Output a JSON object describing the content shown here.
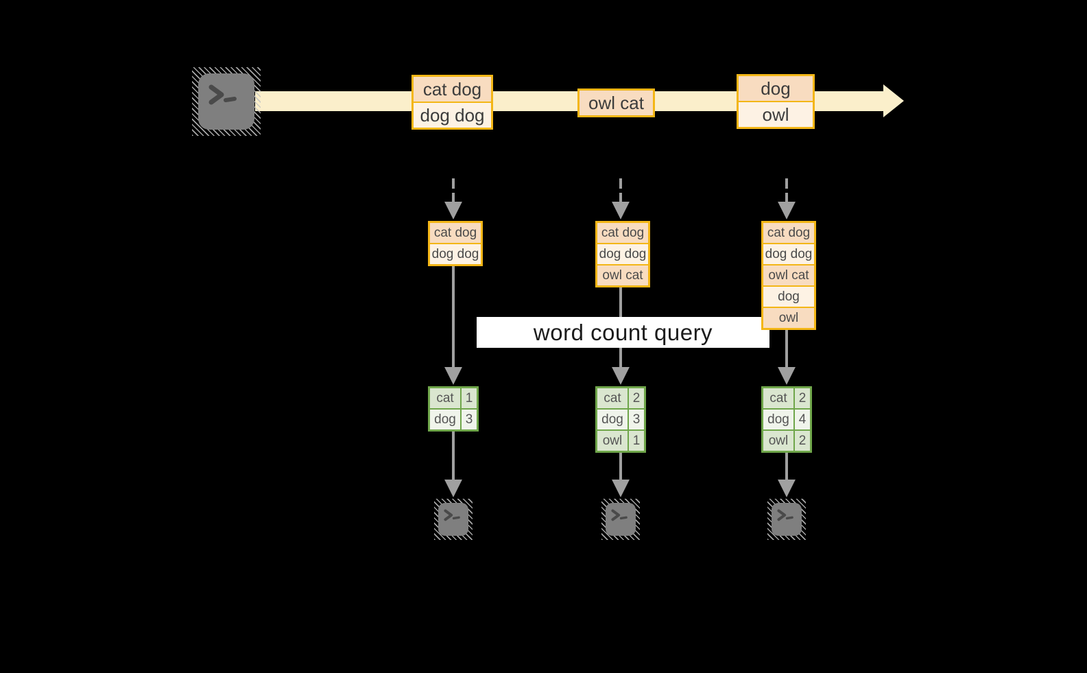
{
  "labels": {
    "query": "word count query"
  },
  "stream": {
    "record1": {
      "row1": "cat dog",
      "row2": "dog dog"
    },
    "record2": {
      "row1": "owl cat"
    },
    "record3": {
      "row1": "dog",
      "row2": "owl"
    }
  },
  "state": {
    "col1": [
      "cat dog",
      "dog dog"
    ],
    "col2": [
      "cat dog",
      "dog dog",
      "owl cat"
    ],
    "col3": [
      "cat dog",
      "dog dog",
      "owl cat",
      "dog",
      "owl"
    ]
  },
  "counts": {
    "col1": [
      {
        "word": "cat",
        "count": "1"
      },
      {
        "word": "dog",
        "count": "3"
      }
    ],
    "col2": [
      {
        "word": "cat",
        "count": "2"
      },
      {
        "word": "dog",
        "count": "3"
      },
      {
        "word": "owl",
        "count": "1"
      }
    ],
    "col3": [
      {
        "word": "cat",
        "count": "2"
      },
      {
        "word": "dog",
        "count": "4"
      },
      {
        "word": "owl",
        "count": "2"
      }
    ]
  },
  "icons": {
    "source": "terminal-prompt-icon",
    "sinks": [
      "terminal-prompt-icon",
      "terminal-prompt-icon",
      "terminal-prompt-icon"
    ]
  },
  "colors": {
    "accent_gold": "#F3B616",
    "record_fill_dark": "#F8DCC0",
    "record_fill_light": "#FDF2E4",
    "stream_band": "#FBEFCB",
    "table_green_border": "#6FA64A",
    "table_fill_dark": "#DAE6CF",
    "table_fill_light": "#F0F4EB",
    "arrow_gray": "#A0A0A0",
    "terminal_gray": "#7F7F7F",
    "query_band_bg": "#FFFFFF",
    "background": "#000000",
    "text": "#3C3C3C"
  }
}
